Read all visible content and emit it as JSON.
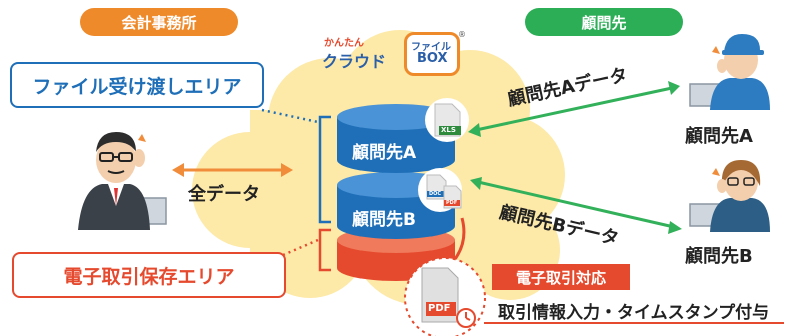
{
  "headers": {
    "accounting_office": "会計事務所",
    "client": "顧問先"
  },
  "logo": {
    "text_top": "かんたん",
    "text_main": "クラウド",
    "file_box_top": "ファイル",
    "file_box_bottom": "BOX",
    "registered": "®"
  },
  "areas": {
    "file_transfer": "ファイル受け渡しエリア",
    "e_transaction_storage": "電子取引保存エリア"
  },
  "databases": {
    "client_a": "顧問先A",
    "client_b": "顧問先B"
  },
  "file_icons": {
    "xls": "XLS",
    "doc": "DOC",
    "pdf_small": "PDF",
    "pdf_large": "PDF"
  },
  "arrows": {
    "all_data": "全データ",
    "client_a_data": "顧問先Aデータ",
    "client_b_data": "顧問先Bデータ"
  },
  "clients": {
    "a": "顧問先A",
    "b": "顧問先B"
  },
  "e_transaction": {
    "badge": "電子取引対応",
    "description": "取引情報入力・タイムスタンプ付与"
  },
  "colors": {
    "orange": "#ef8a2a",
    "green": "#2cae57",
    "blue": "#1e6fb8",
    "red": "#e64a2e",
    "cloud": "#fde9a8",
    "arrow_orange": "#f08c3a",
    "arrow_green": "#33b05a"
  }
}
